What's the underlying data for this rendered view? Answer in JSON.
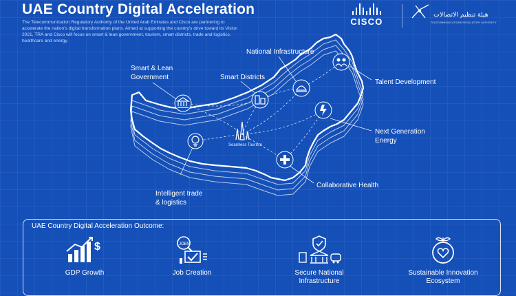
{
  "header": {
    "title": "UAE Country Digital Acceleration",
    "intro": "The Telecommunication Regulatory Authority of the United Arab Emirates and Cisco are partnering to accelerate the nation's digital transformation plans. Aimed at supporting the country's drive toward its Vision 2021, TRA and Cisco will focus on smart & lean government, tourism, smart districts, trade and logistics, healthcare and energy."
  },
  "logos": {
    "cisco": "CISCO",
    "tra_arabic": "هيئة تنظيم الاتصالات",
    "tra_english": "TELECOMMUNICATIONS REGULATORY AUTHORITY"
  },
  "map": {
    "national_infrastructure": "National Infrastructure",
    "smart_lean_government": "Smart & Lean\nGovernment",
    "smart_districts": "Smart Districts",
    "talent_development": "Talent Development",
    "next_generation_energy": "Next Generation\nEnergy",
    "seamless_tourism": "Seamless Tourism",
    "collaborative_health": "Collaborative Health",
    "intelligent_trade": "Intelligent trade\n& logistics"
  },
  "outcomes": {
    "heading": "UAE Country Digital Acceleration Outcome:",
    "items": [
      {
        "label": "GDP Growth",
        "icon": "gdp-growth-icon"
      },
      {
        "label": "Job Creation",
        "icon": "job-creation-icon"
      },
      {
        "label": "Secure National\nInfrastructure",
        "icon": "secure-infrastructure-icon"
      },
      {
        "label": "Sustainable Innovation\nEcosystem",
        "icon": "sustainable-ecosystem-icon"
      }
    ]
  },
  "colors": {
    "background": "#1550b8",
    "line": "#ffffff"
  }
}
